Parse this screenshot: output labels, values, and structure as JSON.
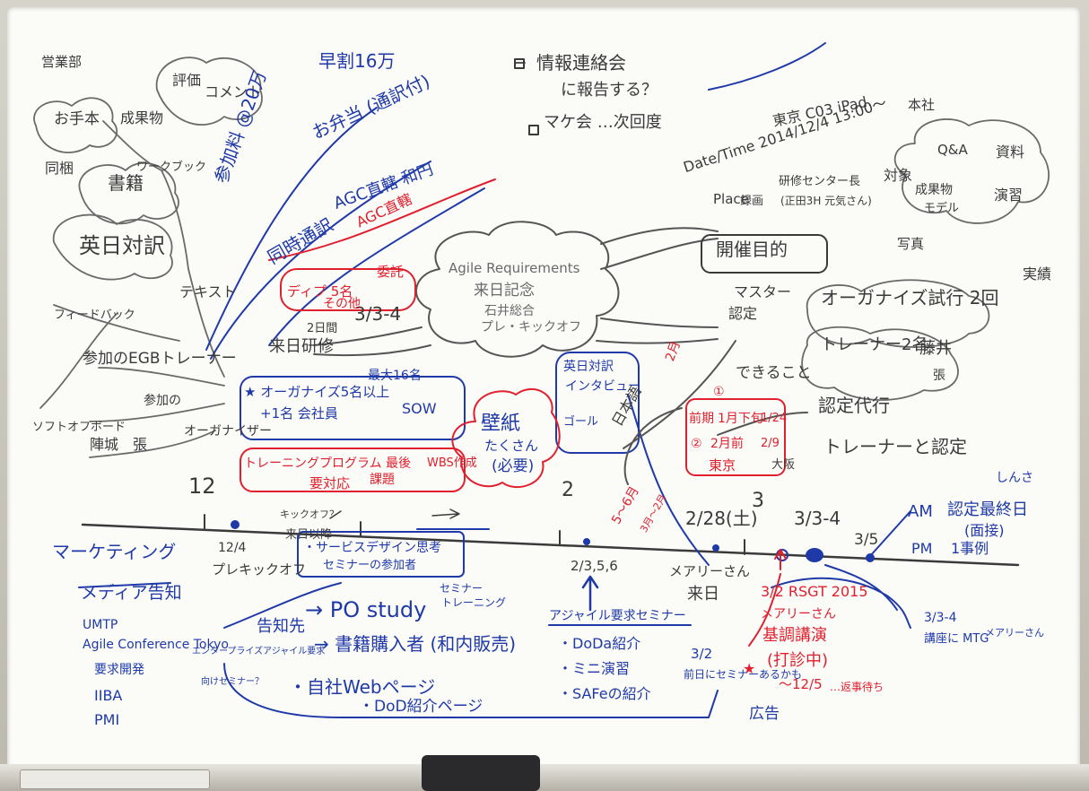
{
  "colors": {
    "gray": "#3a3a3a",
    "blue": "#1f3aa8",
    "red": "#e0202e",
    "light": "#6a6a6a"
  },
  "notes": {
    "k01": "営業部",
    "k02": "お手本",
    "k03": "評価",
    "k04": "コメント",
    "k05": "成果物",
    "k06": "同梱",
    "k07": "書籍",
    "k08": "ワークブック",
    "k09": "英日対訳",
    "k10": "テキスト",
    "k11": "フィードバック",
    "k12": "参加のEGBトレーナー",
    "k13": "参加の",
    "k14": "オーガナイザー",
    "k15": "ソフトオフボード",
    "k16": "陣城　張",
    "k17": "12",
    "k18": "2日間",
    "k19": "来日研修",
    "k20": "3/3-4",
    "k21": "Agile Requirements",
    "k22": "来日記念",
    "k23": "石井総合",
    "k24": "プレ・キックオフ",
    "k25": "情報連絡会",
    "k26": "に報告する？",
    "k27": "マケ会 …次回度",
    "k28": "Date/Time 2014/12/4 13:00〜",
    "k29": "Place",
    "k30": "東京 C03 iPad.",
    "k31": "録画",
    "k32": "研修センター長",
    "k33": "(正田3H 元気さん)",
    "k34": "本社",
    "k35": "対象",
    "k36": "Q&A",
    "k37": "資料",
    "k38": "成果物",
    "k39": "モデル",
    "k40": "演習",
    "k41": "写真",
    "k42": "開催目的",
    "k43": "マスター",
    "k44": "認定",
    "k45": "オーガナイズ試行 2回",
    "k46": "実績",
    "k47": "トレーナー2名",
    "k48": "藤井",
    "k49": "張",
    "k50": "できること",
    "k51": "認定代行",
    "k52": "トレーナーと認定",
    "k53": "2",
    "k54": "3",
    "k55": "12/4",
    "k56": "プレキックオフ",
    "k57": "キックオフ？",
    "k58": "来日以降",
    "k59": "2/3,5,6",
    "k60": "メアリーさん",
    "k61": "来日",
    "k62": "2/28(土)",
    "k63": "3/3-4",
    "k64": "3/5",
    "k65": "AM",
    "k66": "認定最終日",
    "k67": "(面接)",
    "k68": "PM",
    "k69": "1事例",
    "b01": "参加料 @20万",
    "b02": "早割16万",
    "b03": "お弁当 (通訳付)",
    "b04": "同時通訳",
    "b05": "AGC直轄 和円",
    "b06": "★ オーガナイズ5名以上",
    "b07": "+1名 会社員",
    "b08": "最大16名",
    "b09": "SOW",
    "b10": "壁紙",
    "b11": "たくさん",
    "b12": "(必要)",
    "b13": "英日対訳",
    "b14": "インタビュー",
    "b15": "ゴール",
    "b16": "日本語",
    "b17": "マーケティング",
    "b18": "メディア告知",
    "b19": "UMTP",
    "b20": "Agile Conference Tokyo",
    "b21": "要求開発",
    "b22": "IIBA",
    "b23": "PMI",
    "b24": "告知先",
    "b25": "・サービスデザイン思考",
    "b26": "セミナーの参加者",
    "b27": "→ PO study",
    "b28": "セミナー",
    "b29": "トレーニング",
    "b30": "→ 書籍購入者 (和内販売)",
    "b31": "・自社Webページ",
    "b32": "・DoD紹介ページ",
    "b33": "アジャイル要求セミナー",
    "b34": "・DoDa紹介",
    "b35": "・ミニ演習",
    "b36": "・SAFeの紹介",
    "b37": "3/2",
    "b38": "前日にセミナーあるかも",
    "b39": "3/3-4",
    "b40": "講座に MTG",
    "b41": "メアリーさん",
    "b42": "広告",
    "b43": "エンタープライズアジャイル要求",
    "b44": "向けセミナー？",
    "b45": "マーケティング",
    "b46": "しんさ",
    "b47": "告知",
    "r01": "ディプ 5名",
    "r02": "AGC直轄",
    "r03": "その他",
    "r04": "委託",
    "r05": "トレーニングプログラム 最後",
    "r06": "要対応",
    "r07": "課題",
    "r08": "WBS作成",
    "r09": "2月",
    "r10": "5〜6月",
    "r11": "3月〜2月",
    "r12": "②",
    "r13": "①",
    "r14": "前期",
    "r15": "1月下旬",
    "r16": "1/24",
    "r17": "②",
    "r18": "2月前",
    "r19": "2/9",
    "r20": "東京",
    "r21": "大阪",
    "r22": "3/2 RSGT 2015",
    "r23": "メアリーさん",
    "r24": "基調講演",
    "r25": "(打診中)",
    "r26": "〜12/5",
    "r27": "★",
    "r28": "…返事待ち"
  }
}
